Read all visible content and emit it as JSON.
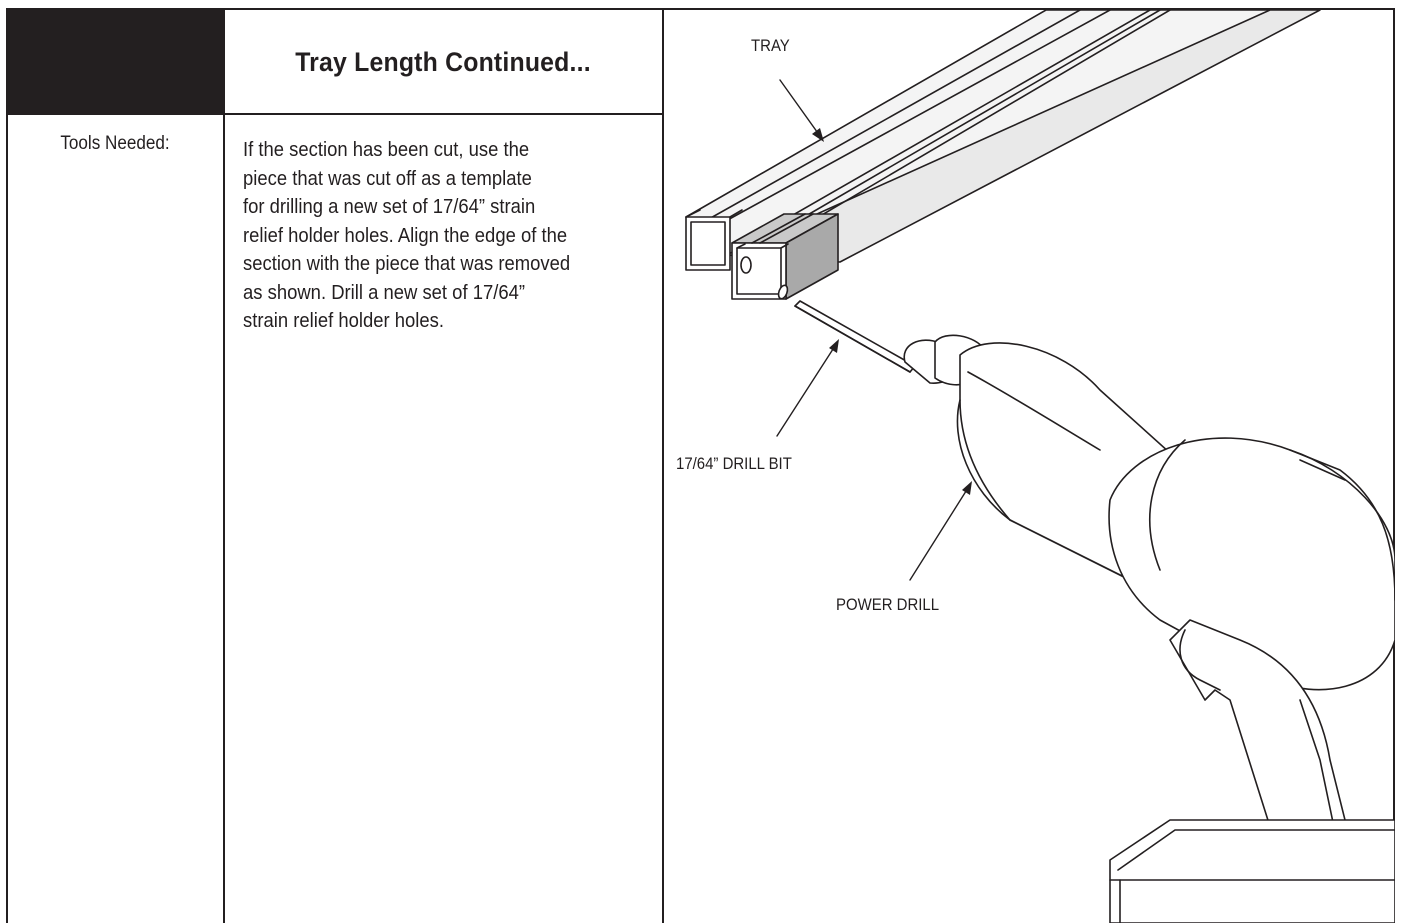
{
  "header": {
    "title": "Tray Length Continued..."
  },
  "sidebar": {
    "tools_label": "Tools Needed:"
  },
  "instructions": {
    "lines": [
      "If the section has been cut, use the",
      "piece that was cut off as a template",
      "for drilling a new set of 17/64” strain",
      "relief holder holes.  Align the edge of the",
      "section with the piece that was removed",
      "as shown.  Drill a new set of 17/64”",
      "strain relief holder holes."
    ]
  },
  "illustration": {
    "callouts": {
      "tray": "TRAY",
      "drill_bit": "17/64” DRILL BIT",
      "power_drill": "POWER DRILL"
    },
    "colors": {
      "line": "#231f20",
      "tray_fill": "#f2f2f2",
      "cut_piece_fill": "#bdbdbd"
    }
  }
}
